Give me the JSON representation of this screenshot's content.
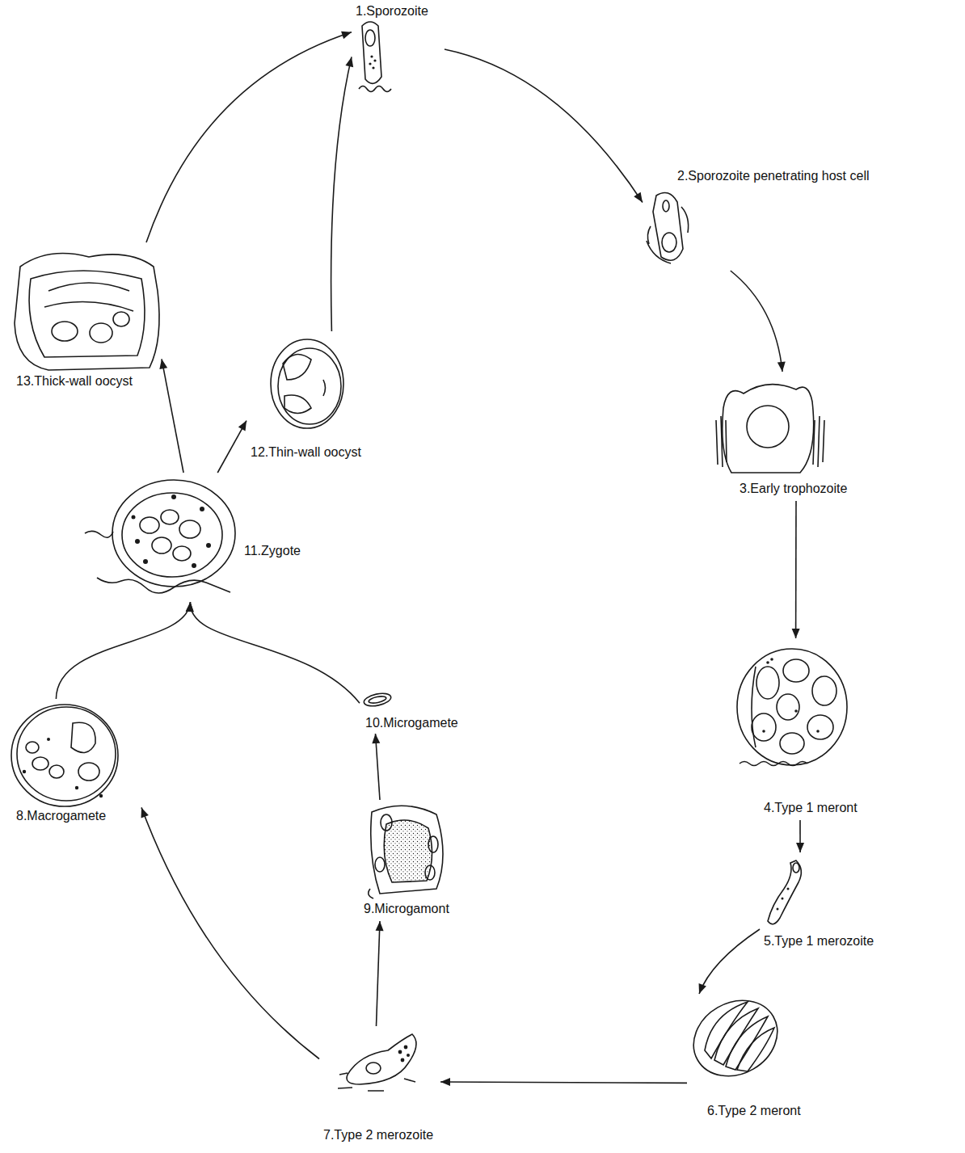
{
  "diagram": {
    "nodes": [
      {
        "text": [
          "1.Sporozoite"
        ]
      },
      {
        "text": [
          "2.Sporozoite penetrating host cell"
        ]
      },
      {
        "text": [
          "3.Early trophozoite"
        ]
      },
      {
        "text": [
          "4.Type 1 meront"
        ]
      },
      {
        "text": [
          "5.Type 1 merozoite"
        ]
      },
      {
        "text": [
          "6.Type 2 meront"
        ]
      },
      {
        "text": [
          "7.Type 2 merozoite"
        ]
      },
      {
        "text": [
          "8.Macrogamete"
        ]
      },
      {
        "text": [
          "9.Microgamont"
        ]
      },
      {
        "text": [
          "10.Microgamete"
        ]
      },
      {
        "text": [
          "11.Zygote"
        ]
      },
      {
        "text": [
          "12.Thin-wall oocyst"
        ]
      },
      {
        "text": [
          "13.Thick-wall oocyst"
        ]
      }
    ],
    "edges": [
      {
        "from": 0,
        "to": 1,
        "arrow": "to"
      },
      {
        "from": 1,
        "to": 2,
        "arrow": "to"
      },
      {
        "from": 2,
        "to": 3,
        "arrow": "to"
      },
      {
        "from": 3,
        "to": 4,
        "arrow": "to"
      },
      {
        "from": 4,
        "to": 5,
        "arrow": "to"
      },
      {
        "from": 5,
        "to": 6,
        "arrow": "to"
      },
      {
        "from": 6,
        "to": 7,
        "arrow": "to"
      },
      {
        "from": 6,
        "to": 8,
        "arrow": "to"
      },
      {
        "from": 8,
        "to": 9,
        "arrow": "to"
      },
      {
        "from": 7,
        "to": 10,
        "arrow": "to"
      },
      {
        "from": 9,
        "to": 10,
        "arrow": "to"
      },
      {
        "from": 10,
        "to": 11,
        "arrow": "to"
      },
      {
        "from": 10,
        "to": 12,
        "arrow": "to"
      },
      {
        "from": 11,
        "to": 0,
        "arrow": "to"
      },
      {
        "from": 12,
        "to": 0,
        "arrow": "to"
      }
    ]
  }
}
